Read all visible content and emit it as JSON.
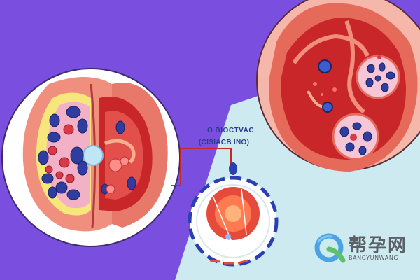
{
  "labels": {
    "top": "O BIOCTVAC",
    "bottom": "(CISIACB INO)"
  },
  "watermark": {
    "chinese": "帮孕网",
    "latin": "BANGYUNWANG",
    "logo_icon": "q-leaf-logo-icon"
  },
  "colors": {
    "background": "#7a4fe0",
    "light_blue": "#cdeaf0",
    "tissue_outer": "#f08f7e",
    "tissue_inner": "#c9262a",
    "cell_blue": "#2f3e9e",
    "cell_red": "#d83a4a",
    "yellow": "#f7e77a",
    "dial_blue": "#2a3fb0",
    "watermark_gray": "#5b5f66"
  }
}
